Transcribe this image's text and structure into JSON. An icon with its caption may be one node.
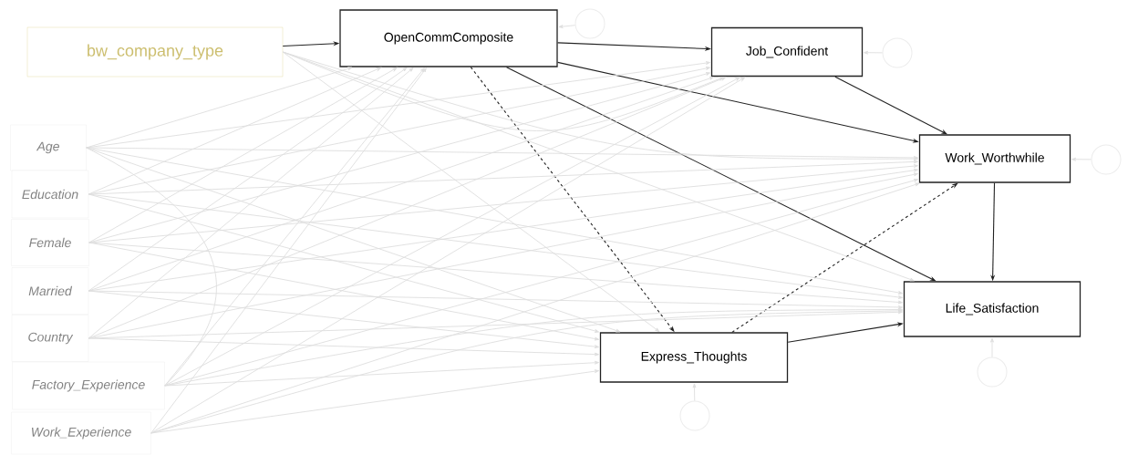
{
  "diagram": {
    "nodes": [
      {
        "text": [
          "bw_company_type"
        ]
      },
      {
        "text": [
          "OpenCommComposite"
        ]
      },
      {
        "text": [
          "Job_Confident"
        ]
      },
      {
        "text": [
          "Age"
        ]
      },
      {
        "text": [
          "Education"
        ]
      },
      {
        "text": [
          "Female"
        ]
      },
      {
        "text": [
          "Married"
        ]
      },
      {
        "text": [
          "Country"
        ]
      },
      {
        "text": [
          "Factory_Experience"
        ]
      },
      {
        "text": [
          "Work_Experience"
        ]
      },
      {
        "text": [
          "Work_Worthwhile"
        ]
      },
      {
        "text": [
          "Life_Satisfaction"
        ]
      },
      {
        "text": [
          "Express_Thoughts"
        ]
      },
      {
        "text": [],
        "shape": "circle"
      },
      {
        "text": [],
        "shape": "circle"
      },
      {
        "text": [],
        "shape": "circle"
      },
      {
        "text": [],
        "shape": "circle"
      },
      {
        "text": [],
        "shape": "circle"
      }
    ],
    "edges": [
      {
        "from": 0,
        "to": 1,
        "arrow": "to",
        "color": "#222222"
      },
      {
        "from": 1,
        "to": 2,
        "arrow": "to",
        "color": "#222222"
      },
      {
        "from": 1,
        "to": 10,
        "arrow": "to",
        "color": "#222222"
      },
      {
        "from": 1,
        "to": 11,
        "arrow": "to",
        "color": "#222222"
      },
      {
        "from": 1,
        "to": 12,
        "arrow": "to",
        "style": "dashed",
        "color": "#222222"
      },
      {
        "from": 2,
        "to": 10,
        "arrow": "to",
        "color": "#222222"
      },
      {
        "from": 12,
        "to": 10,
        "arrow": "to",
        "style": "dashed",
        "color": "#222222"
      },
      {
        "from": 12,
        "to": 11,
        "arrow": "to",
        "color": "#222222"
      },
      {
        "from": 10,
        "to": 11,
        "arrow": "to",
        "color": "#222222"
      },
      {
        "from": 0,
        "to": 2,
        "arrow": "to"
      },
      {
        "from": 0,
        "to": 10,
        "arrow": "to"
      },
      {
        "from": 0,
        "to": 11,
        "arrow": "to"
      },
      {
        "from": 0,
        "to": 12,
        "arrow": "to"
      },
      {
        "from": 3,
        "to": 1,
        "arrow": "to"
      },
      {
        "from": 3,
        "to": 2,
        "arrow": "to"
      },
      {
        "from": 3,
        "to": 10,
        "arrow": "to"
      },
      {
        "from": 3,
        "to": 11,
        "arrow": "to"
      },
      {
        "from": 3,
        "to": 12,
        "arrow": "to"
      },
      {
        "from": 4,
        "to": 1,
        "arrow": "to"
      },
      {
        "from": 4,
        "to": 2,
        "arrow": "to"
      },
      {
        "from": 4,
        "to": 10,
        "arrow": "to"
      },
      {
        "from": 4,
        "to": 11,
        "arrow": "to"
      },
      {
        "from": 4,
        "to": 12,
        "arrow": "to"
      },
      {
        "from": 5,
        "to": 1,
        "arrow": "to"
      },
      {
        "from": 5,
        "to": 2,
        "arrow": "to"
      },
      {
        "from": 5,
        "to": 10,
        "arrow": "to"
      },
      {
        "from": 5,
        "to": 11,
        "arrow": "to"
      },
      {
        "from": 5,
        "to": 12,
        "arrow": "to"
      },
      {
        "from": 6,
        "to": 1,
        "arrow": "to"
      },
      {
        "from": 6,
        "to": 2,
        "arrow": "to"
      },
      {
        "from": 6,
        "to": 10,
        "arrow": "to"
      },
      {
        "from": 6,
        "to": 11,
        "arrow": "to"
      },
      {
        "from": 6,
        "to": 12,
        "arrow": "to"
      },
      {
        "from": 7,
        "to": 1,
        "arrow": "to"
      },
      {
        "from": 7,
        "to": 2,
        "arrow": "to"
      },
      {
        "from": 7,
        "to": 10,
        "arrow": "to"
      },
      {
        "from": 7,
        "to": 11,
        "arrow": "to"
      },
      {
        "from": 7,
        "to": 12,
        "arrow": "to"
      },
      {
        "from": 8,
        "to": 1,
        "arrow": "to"
      },
      {
        "from": 8,
        "to": 2,
        "arrow": "to"
      },
      {
        "from": 8,
        "to": 10,
        "arrow": "to"
      },
      {
        "from": 8,
        "to": 11,
        "arrow": "to"
      },
      {
        "from": 8,
        "to": 12,
        "arrow": "to"
      },
      {
        "from": 9,
        "to": 1,
        "arrow": "to"
      },
      {
        "from": 9,
        "to": 2,
        "arrow": "to"
      },
      {
        "from": 9,
        "to": 10,
        "arrow": "to"
      },
      {
        "from": 9,
        "to": 11,
        "arrow": "to"
      },
      {
        "from": 9,
        "to": 12,
        "arrow": "to"
      },
      {
        "from": 3,
        "to": 8,
        "arrow": "none"
      },
      {
        "from": 13,
        "to": 1,
        "arrow": "to"
      },
      {
        "from": 14,
        "to": 2,
        "arrow": "to"
      },
      {
        "from": 15,
        "to": 10,
        "arrow": "to"
      },
      {
        "from": 16,
        "to": 12,
        "arrow": "to"
      },
      {
        "from": 17,
        "to": 11,
        "arrow": "to"
      }
    ]
  }
}
